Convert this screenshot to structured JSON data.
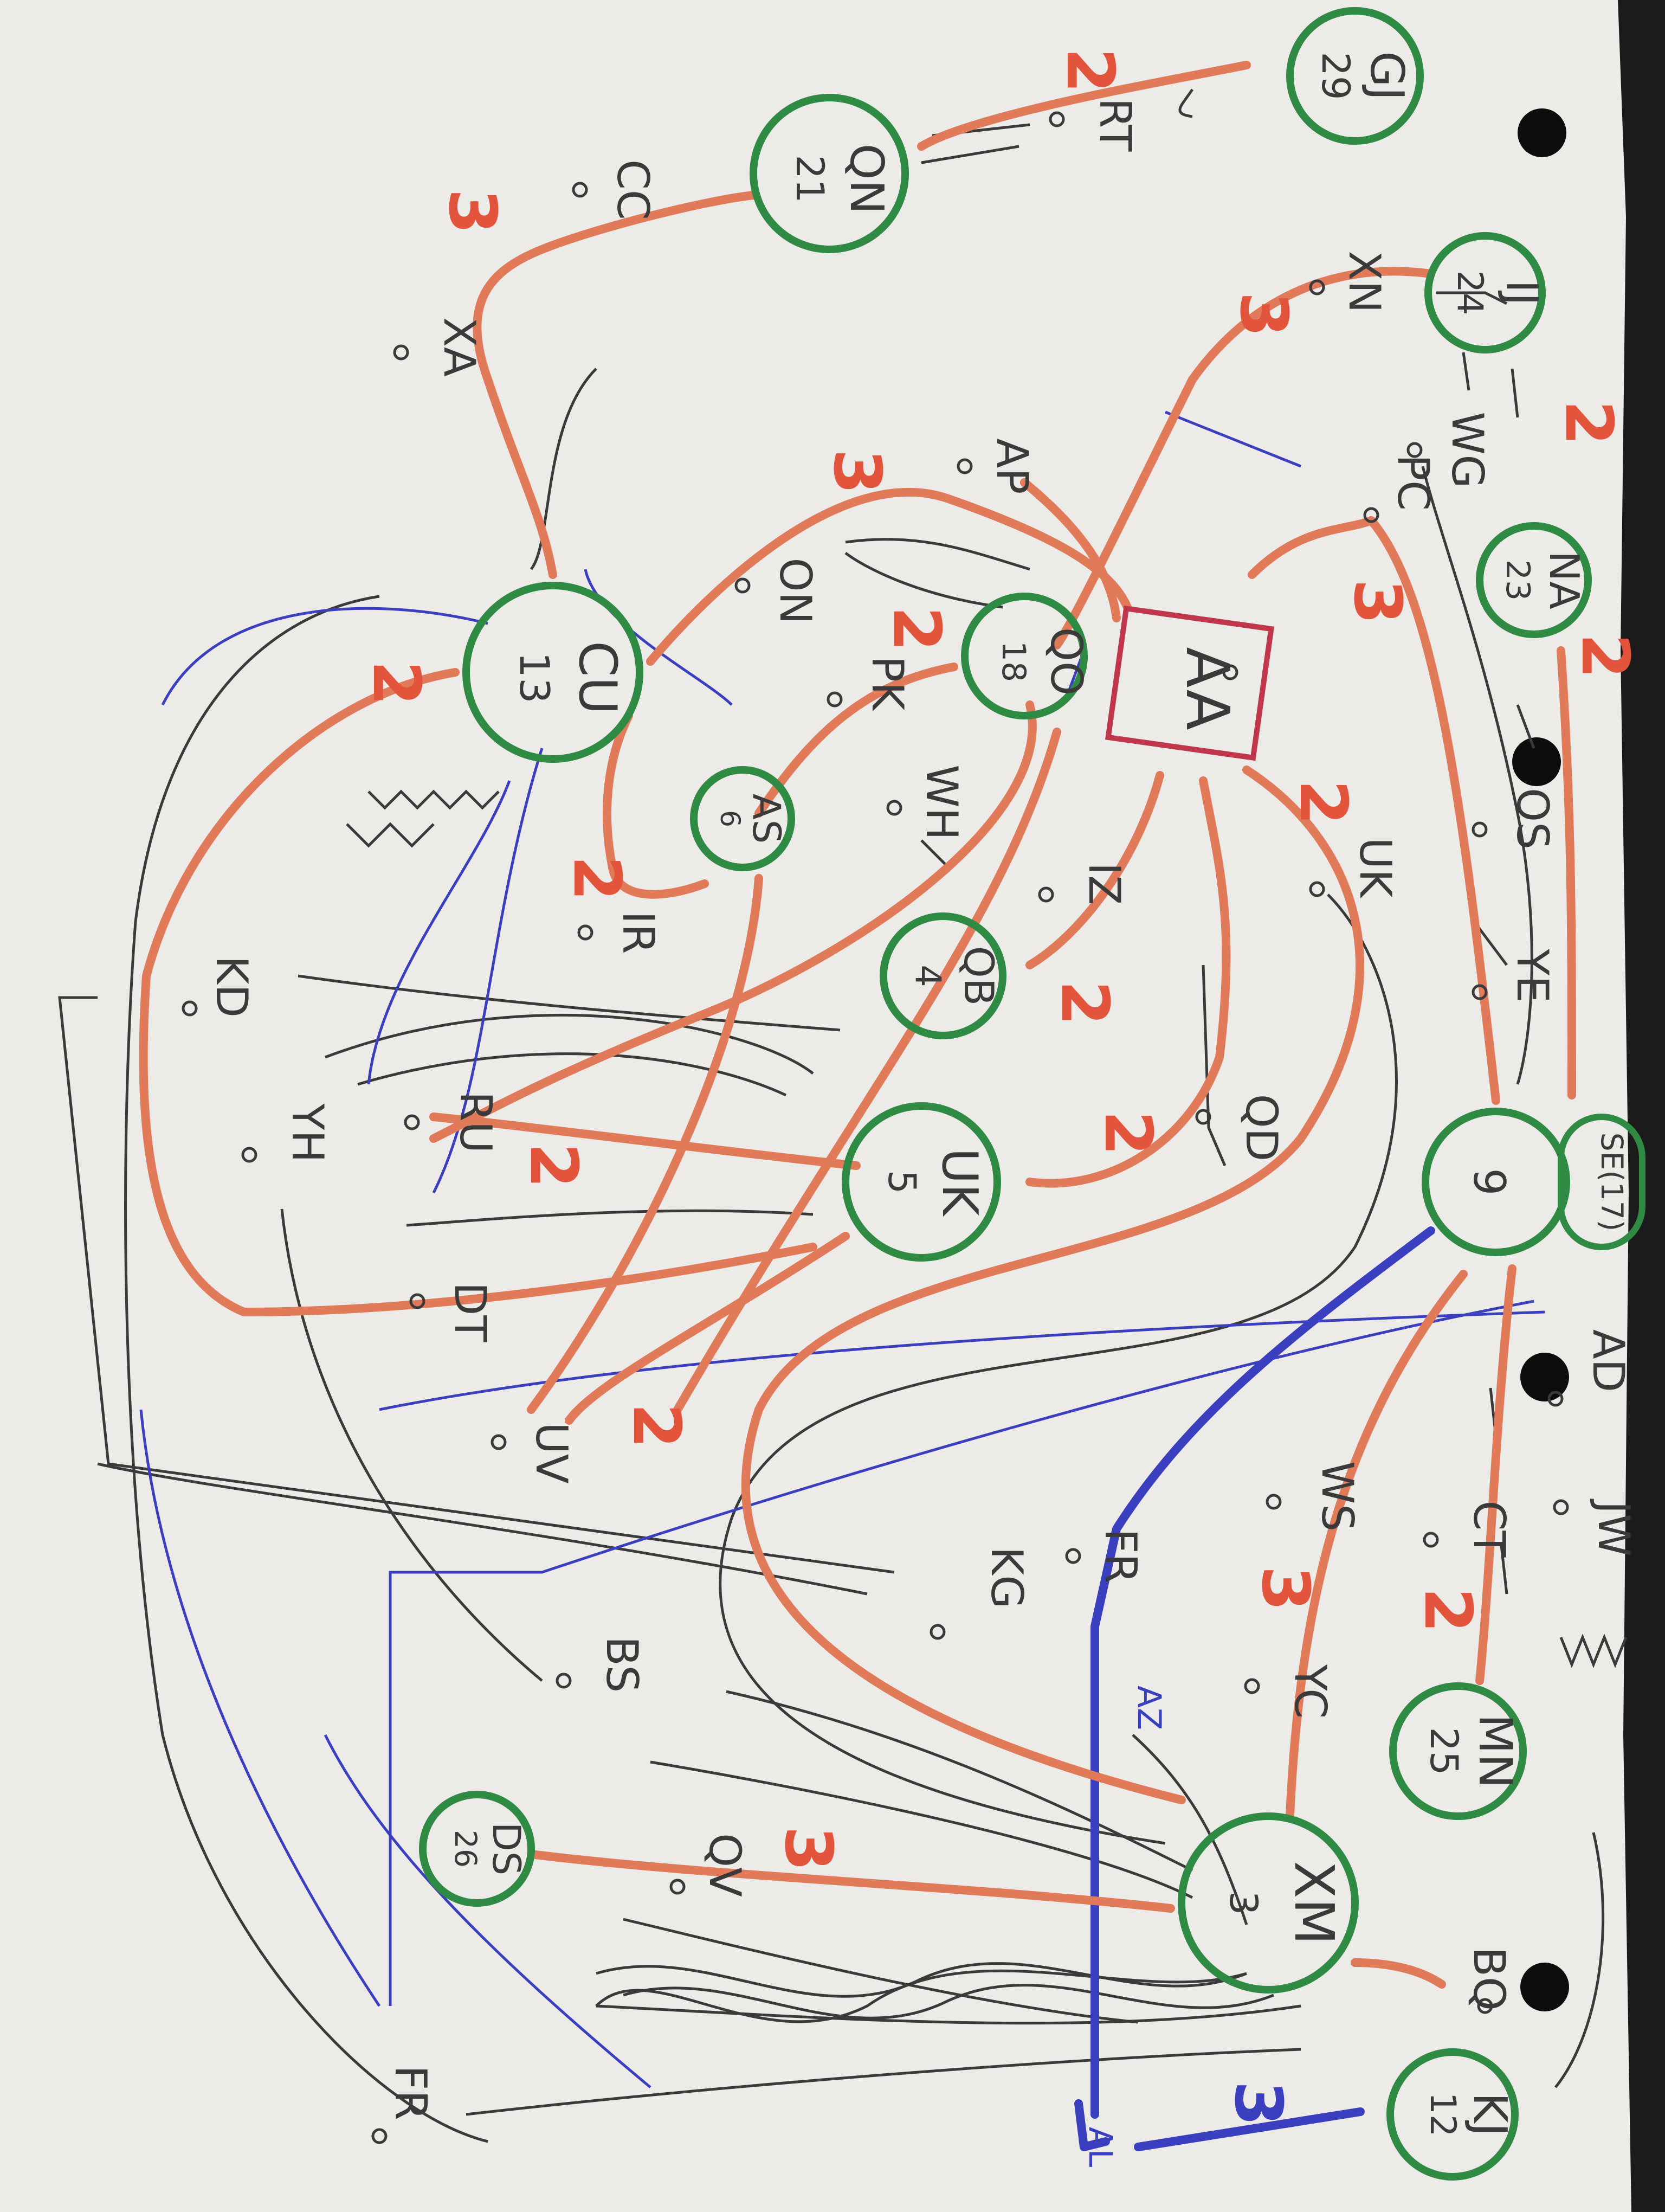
{
  "colors": {
    "paper": "#ecebe8",
    "node_green": "#2f8a43",
    "box_red": "#c0364a",
    "route_orange": "#e07a58",
    "weight_red": "#e2553c",
    "pen_black": "#3a3a3a",
    "pen_blue": "#3a3fbf",
    "hole": "#0c0c0c"
  },
  "nodes": [
    {
      "id": "GJ",
      "name": "GJ",
      "num": "29"
    },
    {
      "id": "QN",
      "name": "QN",
      "num": "21"
    },
    {
      "id": "IJ",
      "name": "IJ",
      "num": "24"
    },
    {
      "id": "NA",
      "name": "NA",
      "num": "23"
    },
    {
      "id": "CU",
      "name": "CU",
      "num": "13"
    },
    {
      "id": "QO",
      "name": "QO",
      "num": "18"
    },
    {
      "id": "AS",
      "name": "AS",
      "num": "6"
    },
    {
      "id": "QB",
      "name": "QB",
      "num": "4"
    },
    {
      "id": "UK",
      "name": "UK",
      "num": "5"
    },
    {
      "id": "N9",
      "name": "",
      "num": "9"
    },
    {
      "id": "SE",
      "name": "SE(17)",
      "num": ""
    },
    {
      "id": "MN",
      "name": "MN",
      "num": "25"
    },
    {
      "id": "XM",
      "name": "XM",
      "num": "3"
    },
    {
      "id": "DS",
      "name": "DS",
      "num": "26"
    },
    {
      "id": "KJ",
      "name": "KJ",
      "num": "12"
    }
  ],
  "start_box": {
    "label": "AA"
  },
  "waypoints": [
    {
      "id": "RT",
      "label": "RT"
    },
    {
      "id": "CC",
      "label": "CC"
    },
    {
      "id": "XA",
      "label": "XA"
    },
    {
      "id": "AP",
      "label": "AP"
    },
    {
      "id": "ON",
      "label": "ON"
    },
    {
      "id": "PK",
      "label": "PK"
    },
    {
      "id": "XN",
      "label": "XN"
    },
    {
      "id": "WG",
      "label": "WG"
    },
    {
      "id": "PC",
      "label": "PC"
    },
    {
      "id": "OS",
      "label": "OS"
    },
    {
      "id": "YE",
      "label": "YE"
    },
    {
      "id": "WH",
      "label": "WH"
    },
    {
      "id": "IR",
      "label": "IR"
    },
    {
      "id": "IZ",
      "label": "IZ"
    },
    {
      "id": "UK2",
      "label": "UK"
    },
    {
      "id": "QD",
      "label": "QD"
    },
    {
      "id": "KD",
      "label": "KD"
    },
    {
      "id": "YH",
      "label": "YH"
    },
    {
      "id": "RU",
      "label": "RU"
    },
    {
      "id": "DT",
      "label": "DT"
    },
    {
      "id": "UV",
      "label": "UV"
    },
    {
      "id": "AD",
      "label": "AD"
    },
    {
      "id": "JW",
      "label": "JW"
    },
    {
      "id": "WS",
      "label": "WS"
    },
    {
      "id": "CT",
      "label": "CT"
    },
    {
      "id": "FR",
      "label": "FR"
    },
    {
      "id": "KG",
      "label": "KG"
    },
    {
      "id": "YC",
      "label": "YC"
    },
    {
      "id": "BS",
      "label": "BS"
    },
    {
      "id": "QV",
      "label": "QV"
    },
    {
      "id": "BQ",
      "label": "BQ"
    },
    {
      "id": "FR2",
      "label": "FR"
    }
  ],
  "weights": [
    "2",
    "3",
    "3",
    "2",
    "3",
    "2",
    "3",
    "2",
    "2",
    "2",
    "2",
    "2",
    "2",
    "2",
    "3",
    "2",
    "2",
    "3",
    "3"
  ],
  "blue_notes": [
    {
      "id": "n1",
      "label": "AZ"
    },
    {
      "id": "n2",
      "label": "AL"
    }
  ]
}
